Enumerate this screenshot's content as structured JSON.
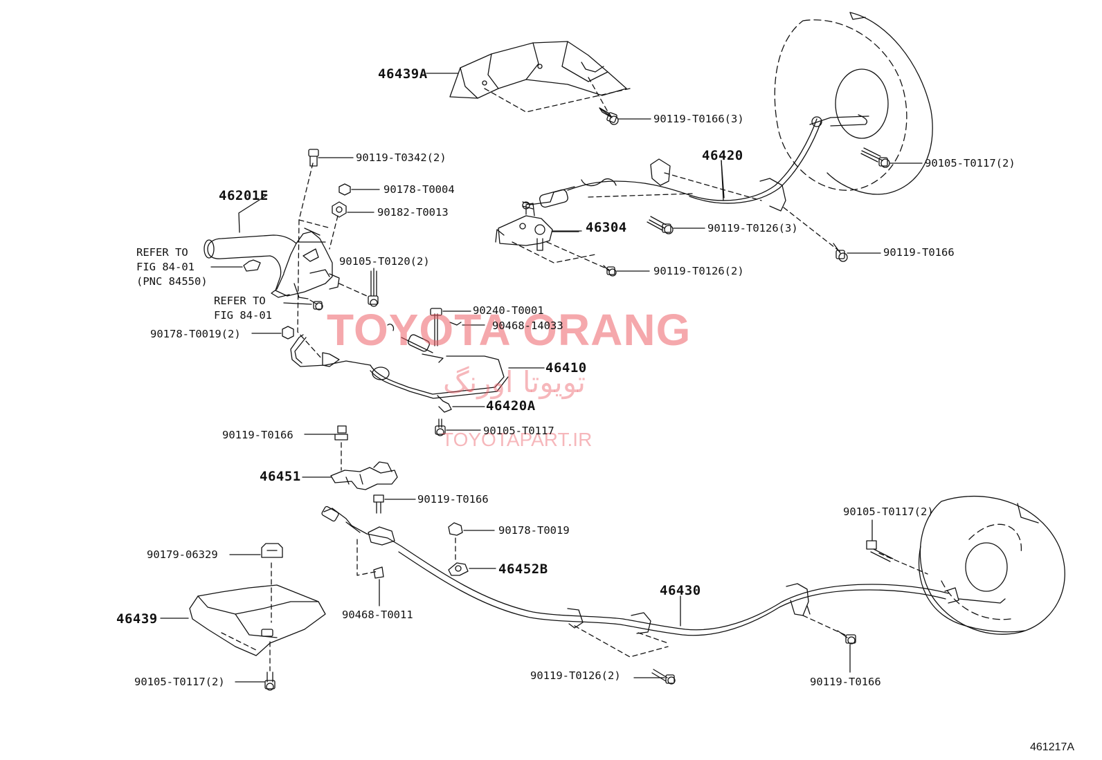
{
  "watermark": {
    "brand": "TOYOTA ORANG",
    "farsi": "تویوتا اورنگ",
    "site": "TOYOTAPART.IR"
  },
  "figure_code": "461217A",
  "parts": {
    "p46439A": "46439A",
    "p46201E": "46201E",
    "p46420": "46420",
    "p46304": "46304",
    "p46410": "46410",
    "p46420A": "46420A",
    "p46451": "46451",
    "p46452B": "46452B",
    "p46430": "46430",
    "p46439": "46439"
  },
  "fasteners": {
    "f90119_T0166_3": "90119-T0166(3)",
    "f90119_T0342_2": "90119-T0342(2)",
    "f90178_T0004": "90178-T0004",
    "f90182_T0013": "90182-T0013",
    "f90105_T0117_2_top": "90105-T0117(2)",
    "f90119_T0126_3": "90119-T0126(3)",
    "f90119_T0166_top": "90119-T0166",
    "f90119_T0126_2_top": "90119-T0126(2)",
    "f90105_T0120_2": "90105-T0120(2)",
    "f90240_T0001": "90240-T0001",
    "f90468_14033": "90468-14033",
    "f90178_T0019_2": "90178-T0019(2)",
    "f90105_T0117_mid": "90105-T0117",
    "f90119_T0166_left": "90119-T0166",
    "f90119_T0166_mid": "90119-T0166",
    "f90178_T0019": "90178-T0019",
    "f90179_06329": "90179-06329",
    "f90468_T0011": "90468-T0011",
    "f90105_T0117_2_right": "90105-T0117(2)",
    "f90119_T0126_2_bottom": "90119-T0126(2)",
    "f90119_T0166_bottom": "90119-T0166",
    "f90105_T0117_2_bottom": "90105-T0117(2)"
  },
  "refs": {
    "refer_to_1": "REFER TO",
    "fig_84_01_a": "FIG 84-01",
    "pnc_84550": "(PNC 84550)",
    "refer_to_2": "REFER TO",
    "fig_84_01_b": "FIG 84-01"
  }
}
